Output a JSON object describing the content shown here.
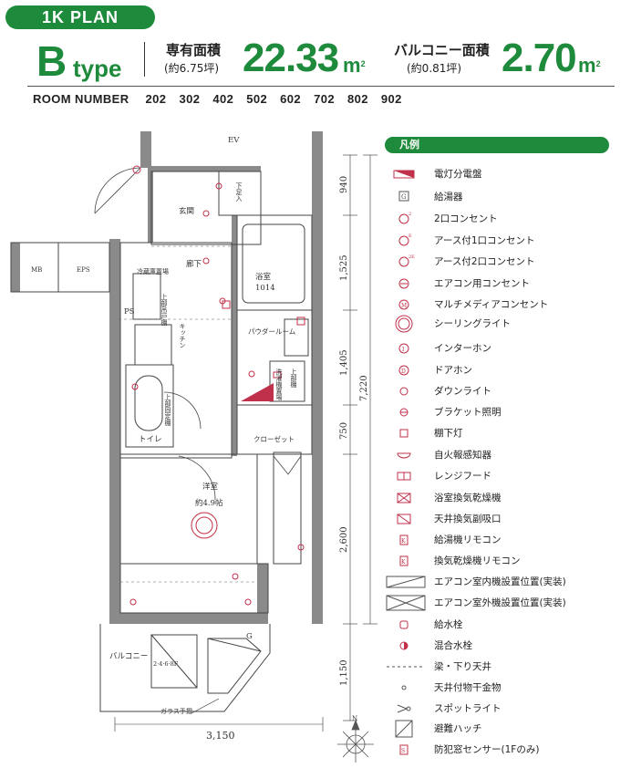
{
  "header": {
    "plan_badge": "1K PLAN",
    "type_letter": "B",
    "type_word": "type",
    "area_label": "専有面積",
    "area_tsubo": "(約6.75坪)",
    "area_value": "22.33",
    "area_unit": "m",
    "balcony_label": "バルコニー面積",
    "balcony_tsubo": "(約0.81坪)",
    "balcony_value": "2.70",
    "balcony_unit": "m",
    "room_number_label": "ROOM NUMBER",
    "room_numbers": [
      "202",
      "302",
      "402",
      "502",
      "602",
      "702",
      "802",
      "902"
    ]
  },
  "floorplan": {
    "ev": "EV",
    "genkan": "玄関",
    "geta": "下足入",
    "rouka": "廊下",
    "reizoko": "冷蔵庫置場",
    "jobu_todana": "上部吊戸棚",
    "kitchen": "キッチン",
    "ps": "PS",
    "mb": "MB",
    "eps": "EPS",
    "bath": "浴室",
    "bath_size": "1014",
    "powder": "パウダールーム",
    "washer": "洗濯機置場",
    "jobu_tana": "上部棚",
    "toilet": "トイレ",
    "toilet_shelf": "上部固定棚",
    "closet": "クローゼット",
    "western": "洋室",
    "western_size": "約4.9帖",
    "balcony": "バルコニー",
    "hatch_code": "2·4·6·8F",
    "glass_rail": "ガラス手摺",
    "dim_width": "3,150",
    "dims_right": [
      "940",
      "1,525",
      "1,405",
      "750",
      "2,600",
      "1,150"
    ],
    "dim_total": "7,220",
    "north": "N",
    "g_mark": "G"
  },
  "legend": {
    "title": "凡例",
    "items": [
      {
        "icon": "panel-icon",
        "label": "電灯分電盤"
      },
      {
        "icon": "water-heater-icon",
        "label": "給湯器"
      },
      {
        "icon": "outlet-2-icon",
        "label": "2口コンセント"
      },
      {
        "icon": "outlet-earth-1-icon",
        "label": "アース付1口コンセント"
      },
      {
        "icon": "outlet-earth-2-icon",
        "label": "アース付2口コンセント"
      },
      {
        "icon": "aircon-outlet-icon",
        "label": "エアコン用コンセント"
      },
      {
        "icon": "multimedia-outlet-icon",
        "label": "マルチメディアコンセント"
      },
      {
        "icon": "ceiling-light-icon",
        "label": "シーリングライト"
      },
      {
        "icon": "interphone-icon",
        "label": "インターホン"
      },
      {
        "icon": "door-phone-icon",
        "label": "ドアホン"
      },
      {
        "icon": "downlight-icon",
        "label": "ダウンライト"
      },
      {
        "icon": "bracket-light-icon",
        "label": "ブラケット照明"
      },
      {
        "icon": "shelf-light-icon",
        "label": "棚下灯"
      },
      {
        "icon": "fire-alarm-icon",
        "label": "自火報感知器"
      },
      {
        "icon": "range-hood-icon",
        "label": "レンジフード"
      },
      {
        "icon": "bath-dryer-icon",
        "label": "浴室換気乾燥機"
      },
      {
        "icon": "ceiling-vent-icon",
        "label": "天井換気副吸口"
      },
      {
        "icon": "heater-remote-icon",
        "label": "給湯機リモコン"
      },
      {
        "icon": "dryer-remote-icon",
        "label": "換気乾燥機リモコン"
      },
      {
        "icon": "aircon-indoor-icon",
        "label": "エアコン室内機設置位置(実装)"
      },
      {
        "icon": "aircon-outdoor-icon",
        "label": "エアコン室外機設置位置(実装)"
      },
      {
        "icon": "faucet-icon",
        "label": "給水栓"
      },
      {
        "icon": "mixing-faucet-icon",
        "label": "混合水栓"
      },
      {
        "icon": "beam-line-icon",
        "label": "梁・下り天井"
      },
      {
        "icon": "hanger-icon",
        "label": "天井付物干金物"
      },
      {
        "icon": "spotlight-icon",
        "label": "スポットライト"
      },
      {
        "icon": "escape-hatch-icon",
        "label": "避難ハッチ"
      },
      {
        "icon": "security-sensor-icon",
        "label": "防犯窓センサー(1Fのみ)"
      }
    ]
  }
}
